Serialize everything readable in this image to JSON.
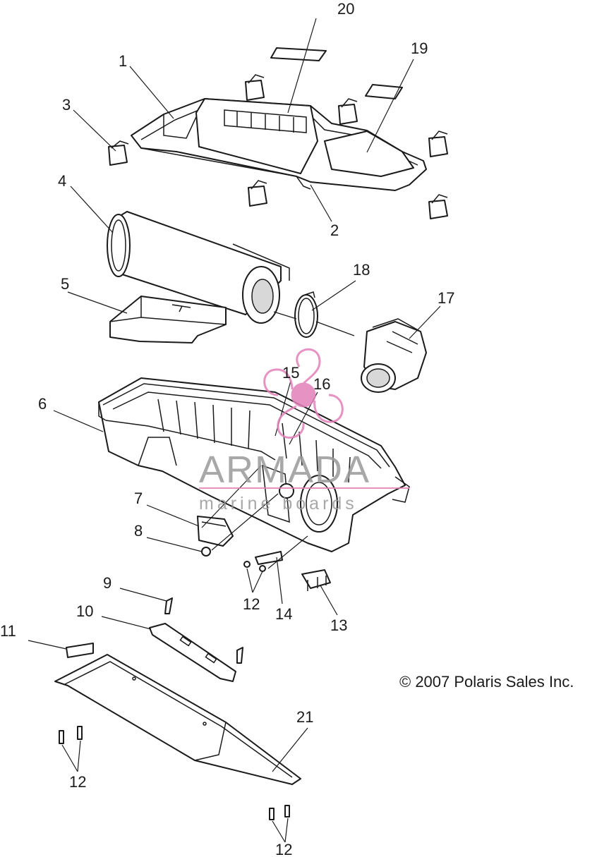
{
  "diagram": {
    "copyright": "© 2007 Polaris Sales Inc.",
    "watermark": {
      "brand": "ARMADA",
      "tagline": "marine  boards"
    },
    "callouts": [
      {
        "id": "c20",
        "label": "20"
      },
      {
        "id": "c19",
        "label": "19"
      },
      {
        "id": "c1",
        "label": "1"
      },
      {
        "id": "c3",
        "label": "3"
      },
      {
        "id": "c2",
        "label": "2"
      },
      {
        "id": "c4",
        "label": "4"
      },
      {
        "id": "c18",
        "label": "18"
      },
      {
        "id": "c17",
        "label": "17"
      },
      {
        "id": "c5",
        "label": "5"
      },
      {
        "id": "c15",
        "label": "15"
      },
      {
        "id": "c16",
        "label": "16"
      },
      {
        "id": "c6",
        "label": "6"
      },
      {
        "id": "c7",
        "label": "7"
      },
      {
        "id": "c8",
        "label": "8"
      },
      {
        "id": "c12a",
        "label": "12"
      },
      {
        "id": "c14",
        "label": "14"
      },
      {
        "id": "c13",
        "label": "13"
      },
      {
        "id": "c9",
        "label": "9"
      },
      {
        "id": "c10",
        "label": "10"
      },
      {
        "id": "c11",
        "label": "11"
      },
      {
        "id": "c21",
        "label": "21"
      },
      {
        "id": "c12b",
        "label": "12"
      },
      {
        "id": "c12c",
        "label": "12"
      }
    ],
    "colors": {
      "line": "#1a1a1a",
      "watermark_pink": "#e27fb8",
      "watermark_gray": "#9a9a9a"
    }
  }
}
